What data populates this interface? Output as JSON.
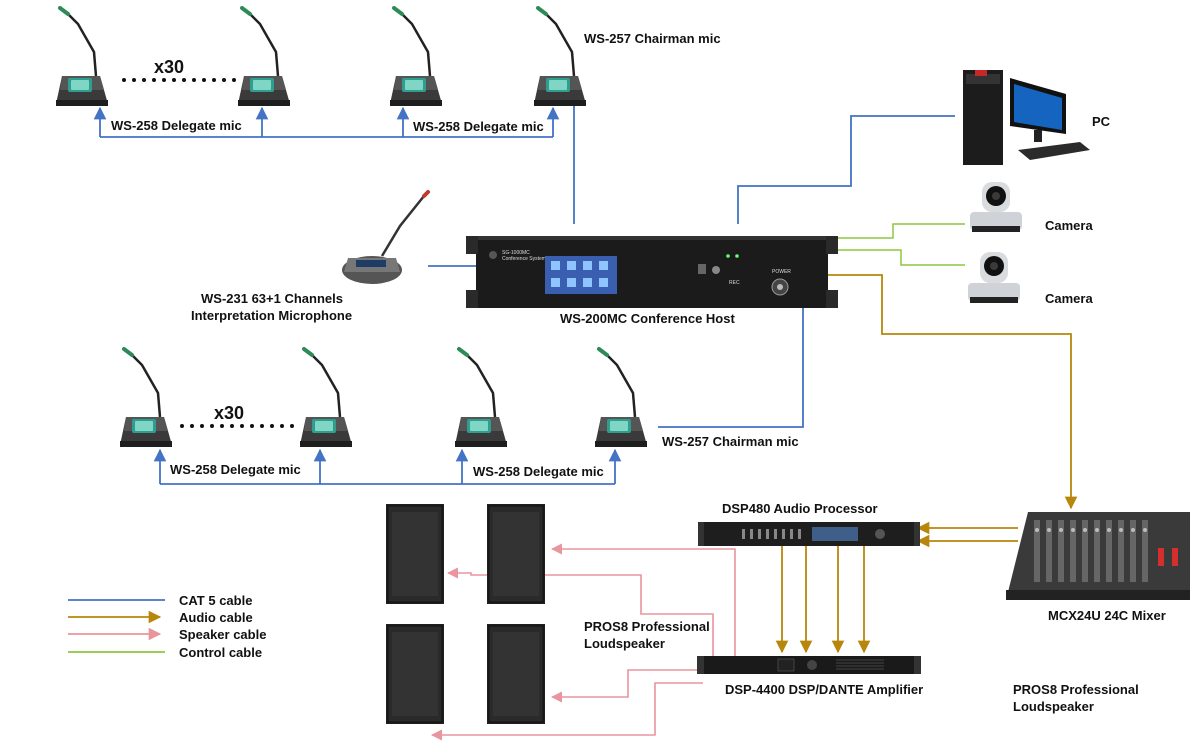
{
  "labels": {
    "chair_top": "WS-257 Chairman mic",
    "delegate_top_left": "WS-258 Delegate mic",
    "delegate_top_right": "WS-258 Delegate mic",
    "count_top": "x30",
    "pc": "PC",
    "camera_1": "Camera",
    "camera_2": "Camera",
    "interp_line1": "WS-231 63+1 Channels",
    "interp_line2": "Interpretation Microphone",
    "host": "WS-200MC Conference Host",
    "chair_bottom": "WS-257 Chairman mic",
    "delegate_bottom_left": "WS-258 Delegate mic",
    "delegate_bottom_right": "WS-258 Delegate mic",
    "count_bottom": "x30",
    "dsp480": "DSP480 Audio Processor",
    "mixer": "MCX24U 24C Mixer",
    "speaker_mid_line1": "PROS8 Professional",
    "speaker_mid_line2": "Loudspeaker",
    "amplifier": "DSP-4400 DSP/DANTE Amplifier",
    "speaker_right_line1": "PROS8 Professional",
    "speaker_right_line2": "Loudspeaker"
  },
  "host_panel": {
    "model": "SG-1000MC",
    "subtitle": "Conference System Controller",
    "rec": "REC",
    "power": "POWER"
  },
  "legend": [
    {
      "label": "CAT 5 cable",
      "color": "#4472c4"
    },
    {
      "label": "Audio cable",
      "color": "#b8860b"
    },
    {
      "label": "Speaker cable",
      "color": "#e8959d"
    },
    {
      "label": "Control cable",
      "color": "#8dc63f"
    }
  ]
}
